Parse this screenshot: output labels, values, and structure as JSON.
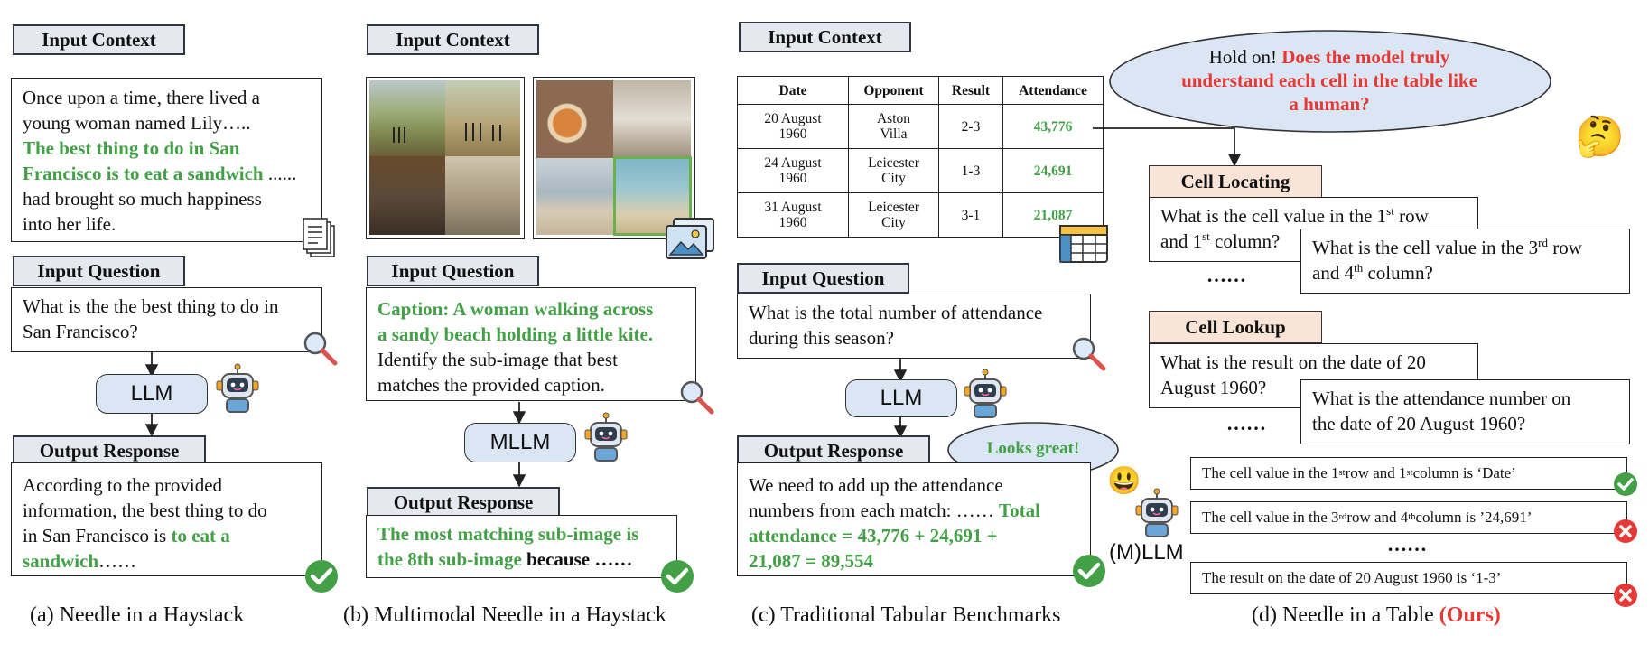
{
  "panel_a": {
    "context_header": "Input Context",
    "context_lines": [
      "Once upon a time, there lived a",
      "young woman named Lily…..",
      "The best thing to do in San",
      "Francisco is to eat a sandwich",
      " ......",
      "had brought so much happiness",
      "into her life."
    ],
    "question_header": "Input Question",
    "question_lines": [
      "What is the the best thing to do in",
      "San Francisco?"
    ],
    "model": "LLM",
    "output_header": "Output Response",
    "output_lines": [
      "According to the provided",
      "information, the best thing to do",
      "in San Francisco is ",
      "to eat a",
      "sandwich",
      "……"
    ],
    "caption": "(a) Needle in a Haystack"
  },
  "panel_b": {
    "context_header": "Input Context",
    "question_header": "Input Question",
    "question_caption_lines": [
      "Caption: A woman walking across",
      "a sandy beach holding a little kite."
    ],
    "question_lines": [
      "Identify the sub-image that best",
      "matches the provided caption."
    ],
    "model": "MLLM",
    "output_header": "Output Response",
    "output_green_lines": [
      "The most matching sub-image is",
      "the 8th sub-image"
    ],
    "output_tail": " because ……",
    "caption": "(b) Multimodal Needle in a Haystack"
  },
  "panel_c": {
    "context_header": "Input Context",
    "table": {
      "headers": [
        "Date",
        "Opponent",
        "Result",
        "Attendance"
      ],
      "rows": [
        {
          "date": [
            "20 August",
            "1960"
          ],
          "opponent": [
            "Aston",
            "Villa"
          ],
          "result": "2-3",
          "attendance": "43,776"
        },
        {
          "date": [
            "24 August",
            "1960"
          ],
          "opponent": [
            "Leicester",
            "City"
          ],
          "result": "1-3",
          "attendance": "24,691"
        },
        {
          "date": [
            "31 August",
            "1960"
          ],
          "opponent": [
            "Leicester",
            "City"
          ],
          "result": "3-1",
          "attendance": "21,087"
        }
      ]
    },
    "question_header": "Input Question",
    "question_lines": [
      "What is the total number of attendance",
      "during this season?"
    ],
    "model": "LLM",
    "output_header": "Output Response",
    "output_lines": [
      "We need to add up the attendance",
      "numbers from each match: …… ",
      "Total",
      "attendance = 43,776 + 24,691 +",
      "21,087 = 89,554"
    ],
    "bubble": "Looks great!",
    "caption": "(c) Traditional Tabular Benchmarks"
  },
  "panel_d": {
    "thought": [
      "Hold on! ",
      "Does the model truly",
      "understand each cell in the table like",
      "a human?"
    ],
    "cell_locating_header": "Cell Locating",
    "cl_q1": [
      "What is the cell value in the 1",
      "st",
      " row",
      "and 1",
      "st",
      " column?"
    ],
    "cl_q2": [
      "What is the cell value in the 3",
      "rd",
      " row",
      "and 4",
      "th",
      " column?"
    ],
    "ellipsis": "……",
    "cell_lookup_header": "Cell Lookup",
    "lu_q1": [
      "What is the result on the date of 20",
      "August 1960?"
    ],
    "lu_q2": [
      "What is the attendance number on",
      "the date of 20 August 1960?"
    ],
    "model": "(M)LLM",
    "answers": [
      [
        "The cell value in the 1",
        "st",
        " row and 1",
        "st",
        " column is ‘Date’"
      ],
      [
        "The cell value in the 3",
        "rd",
        " row and 4",
        "th",
        " column is ’24,691’"
      ],
      [
        "The result on the date of 20 August 1960 is ‘1-3’"
      ]
    ],
    "caption_prefix": "(d) Needle in a Table ",
    "caption_ours": "(Ours)"
  },
  "colors": {
    "green": "#43a047",
    "red": "#e53935",
    "header_bg": "#e6e8ef",
    "model_bg": "#dbe6f5",
    "cell_header_bg": "#f9e4d7",
    "bubble_bg": "#dbe6f5"
  },
  "icons": [
    "document-icon",
    "magnifier-icon",
    "robot-icon",
    "check-icon",
    "cross-icon",
    "image-gallery-icon",
    "spreadsheet-icon",
    "thinking-face-icon",
    "grinning-face-icon"
  ]
}
